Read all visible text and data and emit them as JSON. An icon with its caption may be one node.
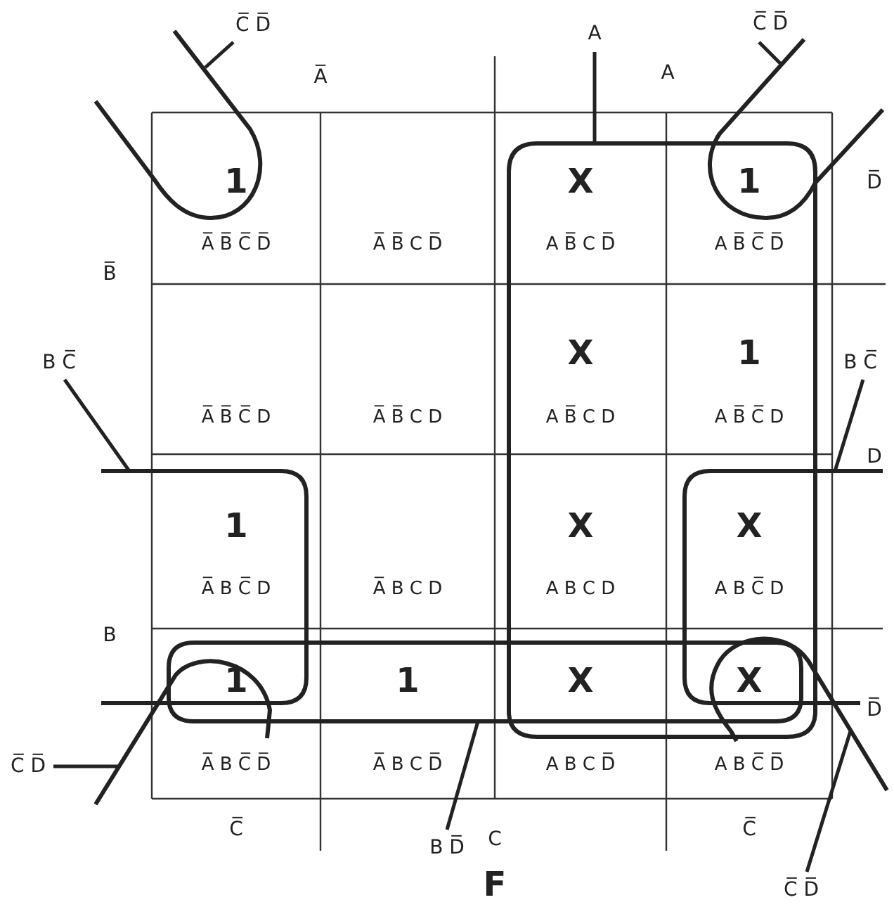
{
  "diagram": {
    "caption": "F",
    "nodes": [
      {
        "text": [
          "C̅ D̅"
        ]
      },
      {
        "text": [
          "A"
        ]
      },
      {
        "text": [
          "C̅ D̅"
        ]
      },
      {
        "text": [
          "B C̅"
        ]
      },
      {
        "text": [
          "B C̅"
        ]
      },
      {
        "text": [
          "C̅ D̅"
        ]
      },
      {
        "text": [
          "B D̅"
        ]
      },
      {
        "text": [
          "C̅ D̅"
        ]
      },
      {
        "text": [],
        "shape": "loop"
      },
      {
        "text": [],
        "shape": "loop"
      },
      {
        "text": [],
        "shape": "loop"
      },
      {
        "text": [],
        "shape": "loop"
      },
      {
        "text": [],
        "shape": "loop"
      },
      {
        "text": [],
        "shape": "loop"
      },
      {
        "text": [],
        "shape": "loop"
      },
      {
        "text": [],
        "shape": "loop"
      }
    ],
    "edges": [
      {
        "from": 0,
        "to": 8,
        "arrow": "none"
      },
      {
        "from": 1,
        "to": 9,
        "arrow": "none"
      },
      {
        "from": 2,
        "to": 10,
        "arrow": "none"
      },
      {
        "from": 3,
        "to": 11,
        "arrow": "none"
      },
      {
        "from": 4,
        "to": 12,
        "arrow": "none"
      },
      {
        "from": 5,
        "to": 14,
        "arrow": "none"
      },
      {
        "from": 6,
        "to": 13,
        "arrow": "none"
      },
      {
        "from": 7,
        "to": 15,
        "arrow": "none"
      }
    ],
    "labels": [
      "A̅",
      "A",
      "D̅",
      "B̅",
      "D",
      "B",
      "D̅",
      "C̅",
      "C",
      "C̅",
      "1",
      "X",
      "1",
      "A̅ B̅ C̅ D̅",
      "A̅ B̅ C D̅",
      "A B̅ C D̅",
      "A B̅ C̅ D̅",
      "X",
      "1",
      "A̅ B̅ C̅ D",
      "A̅ B̅ C D",
      "A B̅ C D",
      "A B̅ C̅ D",
      "1",
      "X",
      "X",
      "A̅ B C̅ D",
      "A̅ B C D",
      "A B C D",
      "A B C̅ D",
      "1",
      "1",
      "X",
      "X",
      "A̅ B C̅ D̅",
      "A̅ B C D̅",
      "A B C D̅",
      "A B C̅ D̅"
    ]
  }
}
